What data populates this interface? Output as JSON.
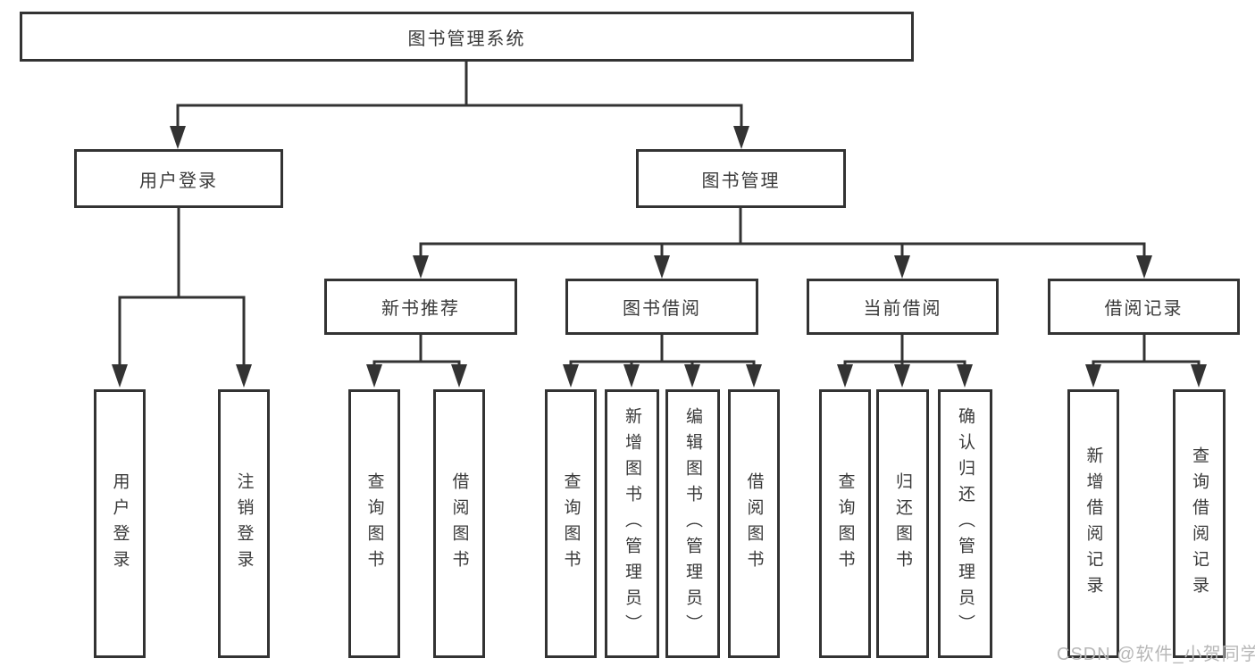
{
  "diagram_title": "图书管理系统",
  "tree": {
    "label": "图书管理系统",
    "children": [
      {
        "label": "用户登录",
        "children": [
          {
            "label": "用户登录"
          },
          {
            "label": "注销登录"
          }
        ]
      },
      {
        "label": "图书管理",
        "children": [
          {
            "label": "新书推荐",
            "children": [
              {
                "label": "查询图书"
              },
              {
                "label": "借阅图书"
              }
            ]
          },
          {
            "label": "图书借阅",
            "children": [
              {
                "label": "查询图书"
              },
              {
                "label": "新增图书（管理员）"
              },
              {
                "label": "编辑图书（管理员）"
              },
              {
                "label": "借阅图书"
              }
            ]
          },
          {
            "label": "当前借阅",
            "children": [
              {
                "label": "查询图书"
              },
              {
                "label": "归还图书"
              },
              {
                "label": "确认归还（管理员）"
              }
            ]
          },
          {
            "label": "借阅记录",
            "children": [
              {
                "label": "新增借阅记录"
              },
              {
                "label": "查询借阅记录"
              }
            ]
          }
        ]
      }
    ]
  },
  "watermark": "CSDN @软件_小贺同学",
  "colors": {
    "line": "#333333",
    "box_border": "#333333",
    "text": "#3a3a3a",
    "watermark": "#b7b7b7",
    "background": "#ffffff"
  }
}
